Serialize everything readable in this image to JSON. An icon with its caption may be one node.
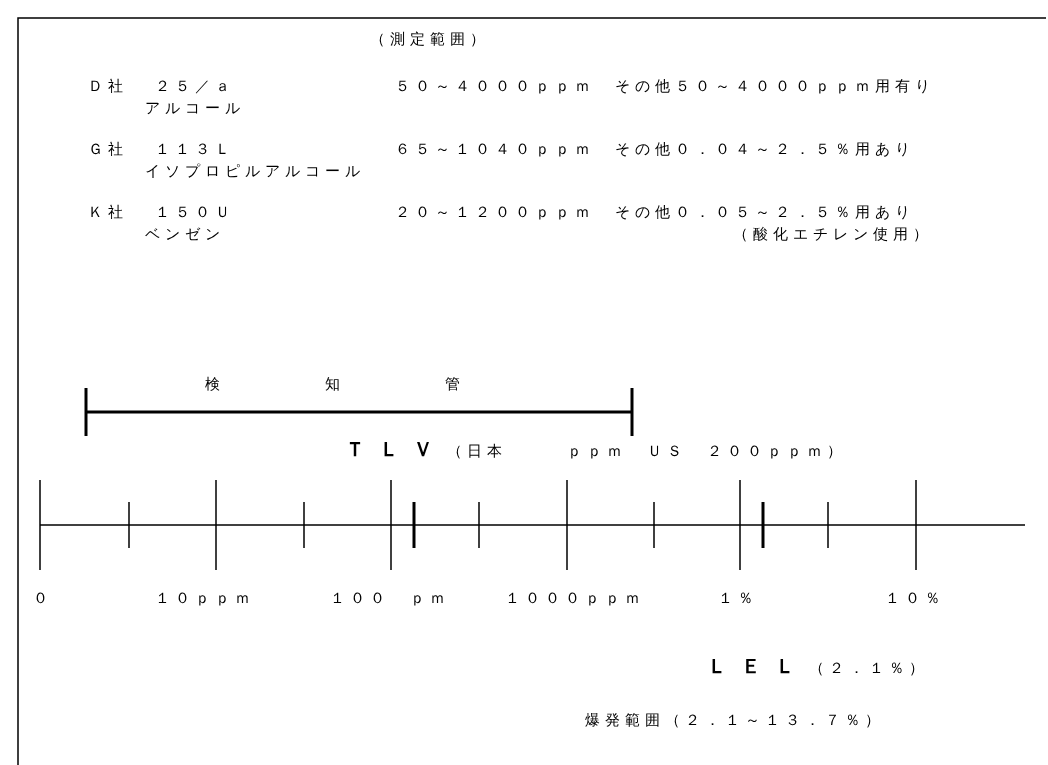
{
  "diagram": {
    "labels": [
      "（測定範囲）",
      "Ｄ社",
      "２５／ａ",
      "５０～４０００ｐｐｍ",
      "その他５０～４０００ｐｐｍ用有り",
      "アルコール",
      "Ｇ社",
      "１１３Ｌ",
      "６５～１０４０ｐｐｍ",
      "その他０．０４～２．５％用あり",
      "イソプロピルアルコール",
      "Ｋ社",
      "１５０Ｕ",
      "２０～１２００ｐｐｍ",
      "その他０．０５～２．５％用あり",
      "ベンゼン",
      "（酸化エチレン使用）",
      "検　　　　　知　　　　　管",
      "**ＴＬＶ**（日本　　　ｐｐｍ　ＵＳ　２００ｐｐｍ）",
      "０",
      "１０ｐｐｍ",
      "１００　ｐｍ",
      "１０００ｐｐｍ",
      "１％",
      "１０％",
      "**ＬＥＬ**（２．１％）",
      "爆発範囲（２．１～１３．７％）"
    ]
  }
}
